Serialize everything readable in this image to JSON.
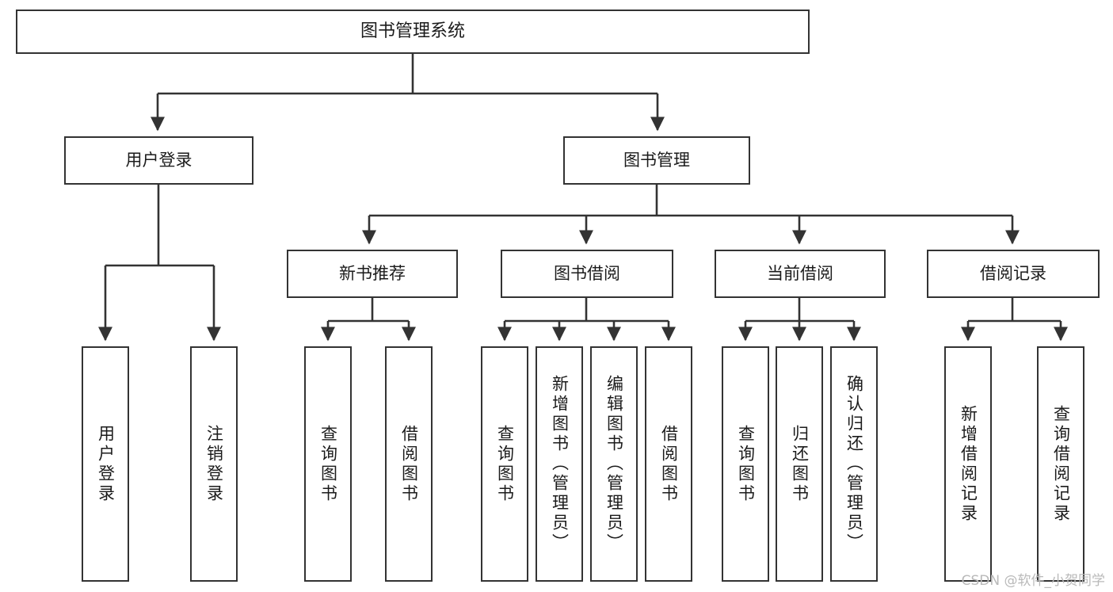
{
  "diagram": {
    "kind": "tree-hierarchy-chart",
    "title": "图书管理系统",
    "watermark": "CSDN @软件_小贺同学",
    "colors": {
      "box_border": "#333333",
      "box_fill": "#ffffff",
      "connector": "#333333",
      "text": "#1b1b1b",
      "watermark": "#b9b9b9",
      "page_background": "#ffffff"
    },
    "root": {
      "label": "图书管理系统"
    },
    "level1": [
      {
        "id": "user-login",
        "label": "用户登录"
      },
      {
        "id": "book-management",
        "label": "图书管理"
      }
    ],
    "level2": [
      {
        "id": "new-book-recommend",
        "label": "新书推荐",
        "parent": "book-management"
      },
      {
        "id": "book-borrow",
        "label": "图书借阅",
        "parent": "book-management"
      },
      {
        "id": "current-borrow",
        "label": "当前借阅",
        "parent": "book-management"
      },
      {
        "id": "borrow-record",
        "label": "借阅记录",
        "parent": "book-management"
      }
    ],
    "leaves": {
      "user-login": [
        {
          "id": "leaf-user-login",
          "label": "用户登录"
        },
        {
          "id": "leaf-logout-login",
          "label": "注销登录"
        }
      ],
      "new-book-recommend": [
        {
          "id": "leaf-query-book-1",
          "label": "查询图书"
        },
        {
          "id": "leaf-borrow-book-1",
          "label": "借阅图书"
        }
      ],
      "book-borrow": [
        {
          "id": "leaf-query-book-2",
          "label": "查询图书"
        },
        {
          "id": "leaf-add-book",
          "label": "新增图书（管理员）"
        },
        {
          "id": "leaf-edit-book",
          "label": "编辑图书（管理员）"
        },
        {
          "id": "leaf-borrow-book-2",
          "label": "借阅图书"
        }
      ],
      "current-borrow": [
        {
          "id": "leaf-query-book-3",
          "label": "查询图书"
        },
        {
          "id": "leaf-return-book",
          "label": "归还图书"
        },
        {
          "id": "leaf-confirm-return",
          "label": "确认归还（管理员）"
        }
      ],
      "borrow-record": [
        {
          "id": "leaf-add-record",
          "label": "新增借阅记录"
        },
        {
          "id": "leaf-query-record",
          "label": "查询借阅记录"
        }
      ]
    }
  }
}
